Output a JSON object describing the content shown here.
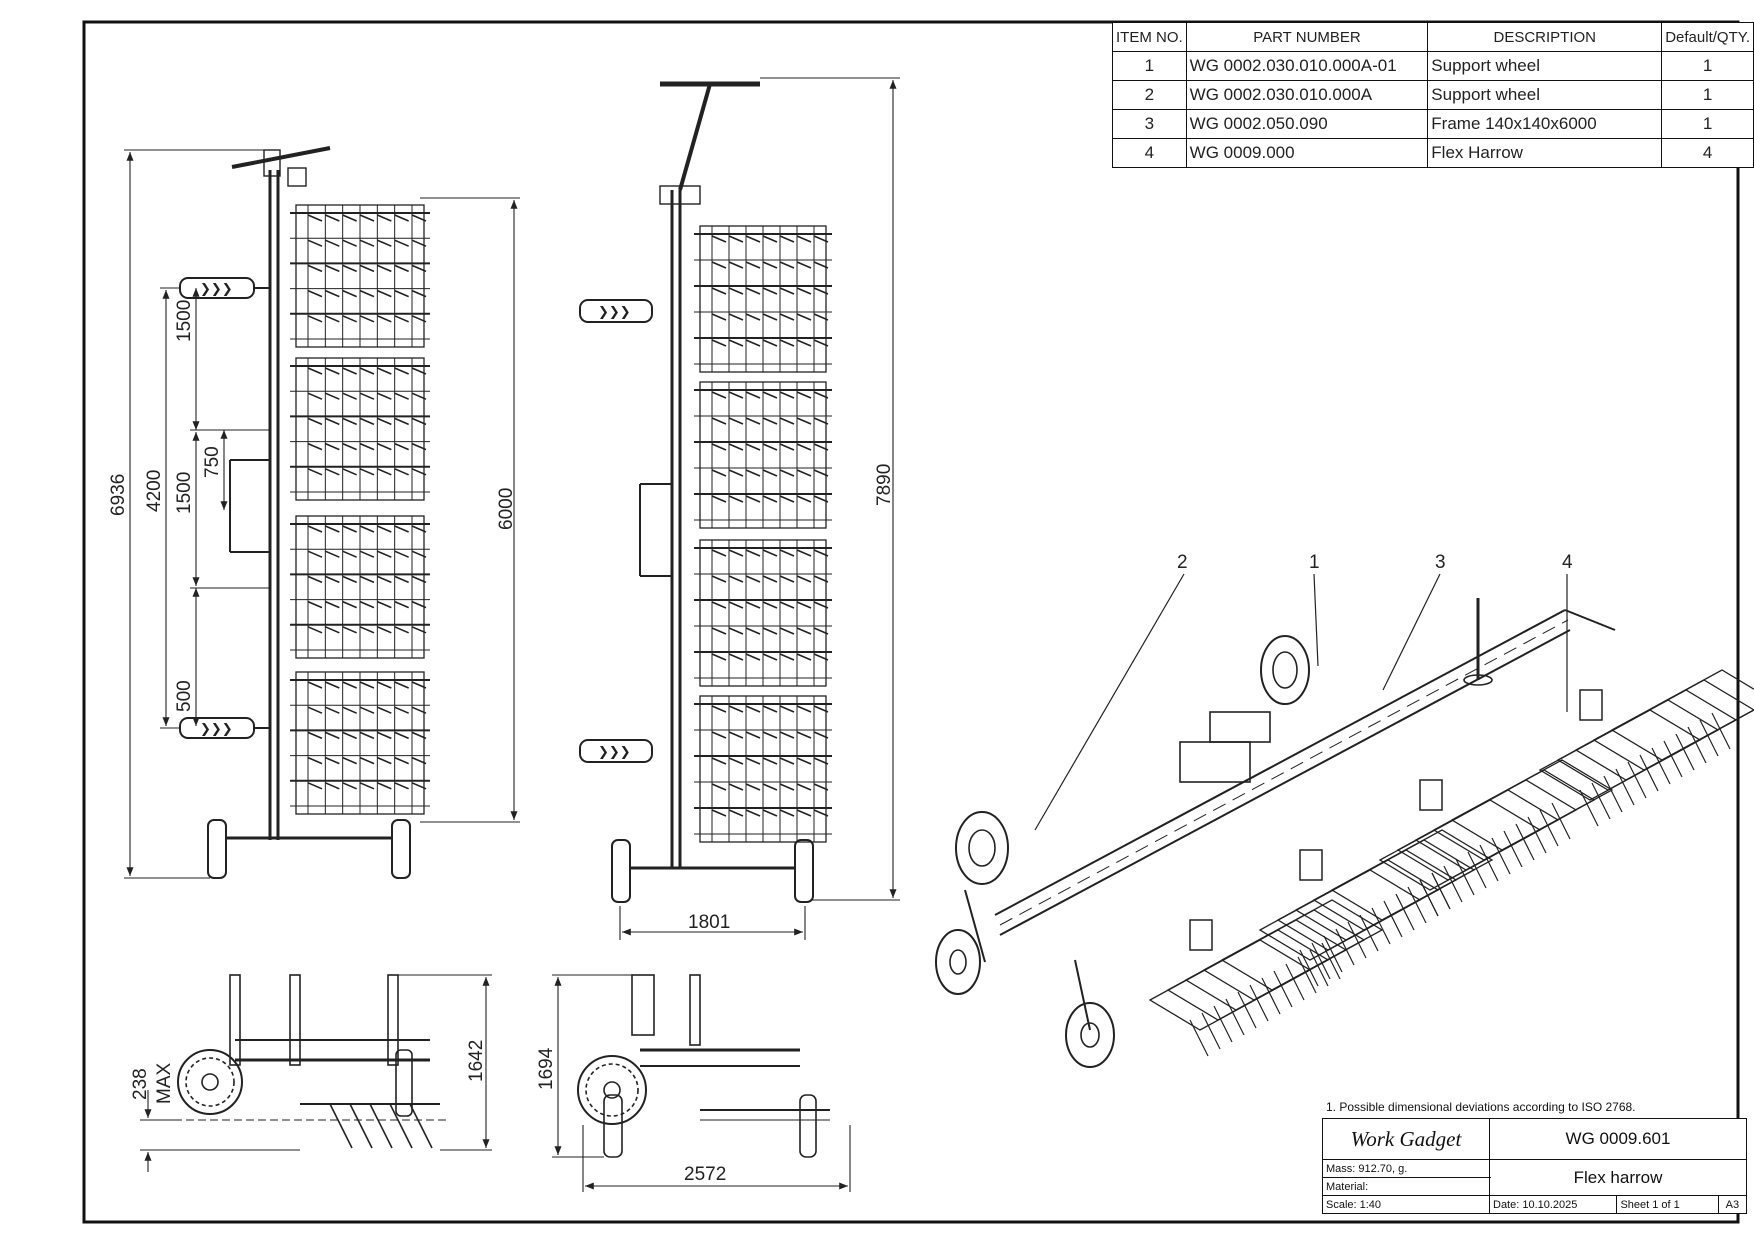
{
  "bom": {
    "headers": {
      "item": "ITEM NO.",
      "part": "PART NUMBER",
      "desc": "DESCRIPTION",
      "qty": "Default/QTY."
    },
    "rows": [
      {
        "item": "1",
        "part": "WG 0002.030.010.000A-01",
        "desc": "Support wheel",
        "qty": "1"
      },
      {
        "item": "2",
        "part": "WG 0002.030.010.000A",
        "desc": "Support wheel",
        "qty": "1"
      },
      {
        "item": "3",
        "part": "WG 0002.050.090",
        "desc": "Frame 140x140x6000",
        "qty": "1"
      },
      {
        "item": "4",
        "part": "WG 0009.000",
        "desc": "Flex Harrow",
        "qty": "4"
      }
    ]
  },
  "dimensions": {
    "overall_length": "6936",
    "harrow_span": "4200",
    "pitch_a": "1500",
    "pitch_b": "1500",
    "pitch_c": "500",
    "wheel_offset": "750",
    "harrow_width": "6000",
    "transport_length": "7890",
    "track_width": "1801",
    "front_height": "1642",
    "ground_clearance": "238",
    "ground_clearance_note": "MAX",
    "side_height": "1694",
    "side_width": "2572"
  },
  "callouts": [
    "2",
    "1",
    "3",
    "4"
  ],
  "notes": "1. Possible dimensional deviations according to ISO 2768.",
  "title_block": {
    "company": "Work Gadget",
    "drawing_number": "WG 0009.601",
    "mass": "Mass: 912.70, g.",
    "material": "Material:",
    "title": "Flex harrow",
    "scale": "Scale: 1:40",
    "date": "Date: 10.10.2025",
    "sheet": "Sheet 1 of 1",
    "size": "A3"
  }
}
